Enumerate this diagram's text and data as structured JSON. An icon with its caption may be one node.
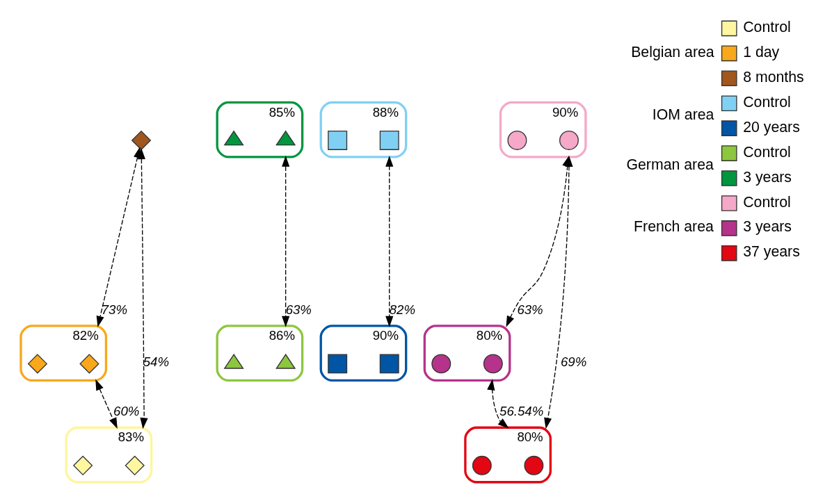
{
  "diagram": {
    "nodes": [
      {
        "text": [],
        "shape": "ellipse",
        "beside": [
          "82%"
        ]
      },
      {
        "text": [],
        "shape": "diamond",
        "in": 0
      },
      {
        "text": [],
        "shape": "diamond",
        "in": 0
      },
      {
        "text": [],
        "shape": "ellipse",
        "beside": [
          "83%"
        ]
      },
      {
        "text": [],
        "shape": "diamond",
        "in": 3
      },
      {
        "text": [],
        "shape": "diamond",
        "in": 3
      },
      {
        "text": [],
        "shape": "diamond"
      },
      {
        "text": [],
        "shape": "ellipse",
        "beside": [
          "86%"
        ]
      },
      {
        "text": [],
        "shape": "triangle",
        "in": 7
      },
      {
        "text": [],
        "shape": "triangle",
        "in": 7
      },
      {
        "text": [],
        "shape": "ellipse",
        "beside": [
          "88%"
        ]
      },
      {
        "text": [],
        "shape": "box",
        "in": 10
      },
      {
        "text": [],
        "shape": "box",
        "in": 10
      },
      {
        "text": [],
        "shape": "ellipse",
        "beside": [
          "90%"
        ]
      },
      {
        "text": [],
        "shape": "box",
        "in": 13
      },
      {
        "text": [],
        "shape": "box",
        "in": 13
      },
      {
        "text": [],
        "shape": "ellipse",
        "beside": [
          "85%"
        ]
      },
      {
        "text": [],
        "shape": "triangle",
        "in": 16
      },
      {
        "text": [],
        "shape": "triangle",
        "in": 16
      },
      {
        "text": [],
        "shape": "ellipse",
        "beside": [
          "90%"
        ]
      },
      {
        "text": [],
        "shape": "circle",
        "in": 19
      },
      {
        "text": [],
        "shape": "circle",
        "in": 19
      },
      {
        "text": [],
        "shape": "ellipse",
        "beside": [
          "80%"
        ]
      },
      {
        "text": [],
        "shape": "circle",
        "in": 22
      },
      {
        "text": [],
        "shape": "circle",
        "in": 22
      },
      {
        "text": [],
        "shape": "ellipse",
        "beside": [
          "80%"
        ]
      },
      {
        "text": [],
        "shape": "circle",
        "in": 25
      },
      {
        "text": [],
        "shape": "circle",
        "in": 25
      }
    ],
    "edges": [
      {
        "from": 0,
        "to": 3,
        "arrow": "both",
        "style": "dashed",
        "label": "60%"
      },
      {
        "from": 6,
        "to": 0,
        "arrow": "both",
        "style": "dashed",
        "label": "73%"
      },
      {
        "from": 6,
        "to": 3,
        "arrow": "both",
        "style": "dashed",
        "label": "54%"
      },
      {
        "from": 16,
        "to": 7,
        "arrow": "both",
        "style": "dashed",
        "label": "63%"
      },
      {
        "from": 10,
        "to": 13,
        "arrow": "both",
        "style": "dashed",
        "label": "82%"
      },
      {
        "from": 19,
        "to": 22,
        "arrow": "both",
        "style": "dashed",
        "label": "63%"
      },
      {
        "from": 19,
        "to": 25,
        "arrow": "both",
        "style": "dashed",
        "label": "69%"
      },
      {
        "from": 22,
        "to": 25,
        "arrow": "both",
        "style": "dashed",
        "label": "56.54%"
      }
    ],
    "labels": [
      "Belgian area",
      "IOM area",
      "German area",
      "French area"
    ],
    "legend": [
      {
        "text": "Control",
        "color": "#fff6a0"
      },
      {
        "text": "1 day",
        "color": "#f9a81c"
      },
      {
        "text": "8 months",
        "color": "#a0561c"
      },
      {
        "text": "Control",
        "color": "#80d0f4"
      },
      {
        "text": "20 years",
        "color": "#0055a5"
      },
      {
        "text": "Control",
        "color": "#8dc63f"
      },
      {
        "text": "3 years",
        "color": "#00963f"
      },
      {
        "text": "Control",
        "color": "#f5a8c8"
      },
      {
        "text": "3 years",
        "color": "#b5338a"
      },
      {
        "text": "37 years",
        "color": "#e30613"
      }
    ]
  }
}
